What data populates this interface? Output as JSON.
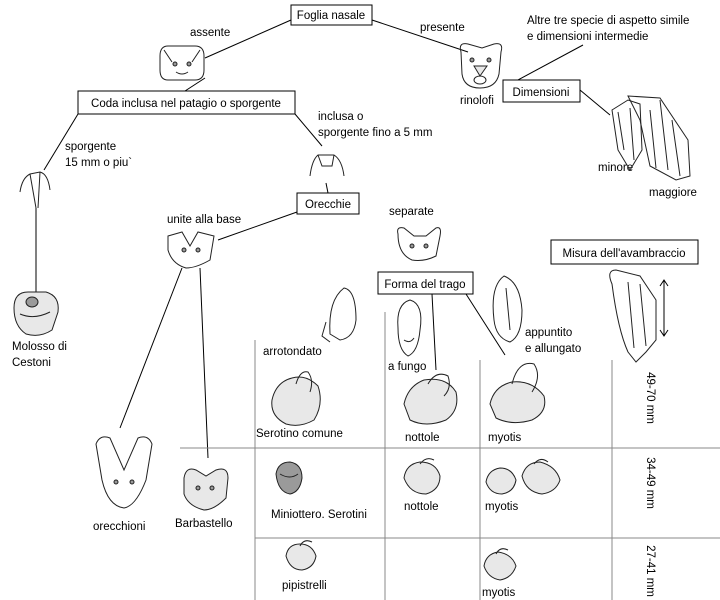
{
  "nodes": {
    "foglia_nasale": "Foglia nasale",
    "coda": "Coda inclusa nel patagio o sporgente",
    "orecchie": "Orecchie",
    "dimensioni": "Dimensioni",
    "forma_trago": "Forma del trago",
    "misura_avambraccio": "Misura dell'avambraccio"
  },
  "edges": {
    "assente": "assente",
    "presente": "presente",
    "sporgente_1": "sporgente",
    "sporgente_2": "15 mm o piu`",
    "inclusa_1": "inclusa o",
    "inclusa_2": "sporgente fino a 5 mm",
    "unite": "unite alla base",
    "separate": "separate",
    "arrotondato": "arrotondato",
    "a_fungo": "a fungo",
    "appuntito_1": "appuntito",
    "appuntito_2": "e allungato"
  },
  "notes": {
    "altre_1": "Altre tre specie di aspetto simile",
    "altre_2": "e dimensioni intermedie",
    "minore": "minore",
    "maggiore": "maggiore"
  },
  "species": {
    "rinolofi": "rinolofi",
    "molosso_1": "Molosso di",
    "molosso_2": "Cestoni",
    "orecchioni": "orecchioni",
    "barbastello": "Barbastello",
    "serotino_comune": "Serotino comune",
    "nottole_1": "nottole",
    "myotis_1": "myotis",
    "miniottero": "Miniottero. Serotini",
    "nottole_2": "nottole",
    "myotis_2": "myotis",
    "pipistrelli": "pipistrelli",
    "myotis_3": "myotis"
  },
  "ranges": {
    "r1": "49-70 mm",
    "r2": "34-49 mm",
    "r3": "27-41 mm"
  }
}
